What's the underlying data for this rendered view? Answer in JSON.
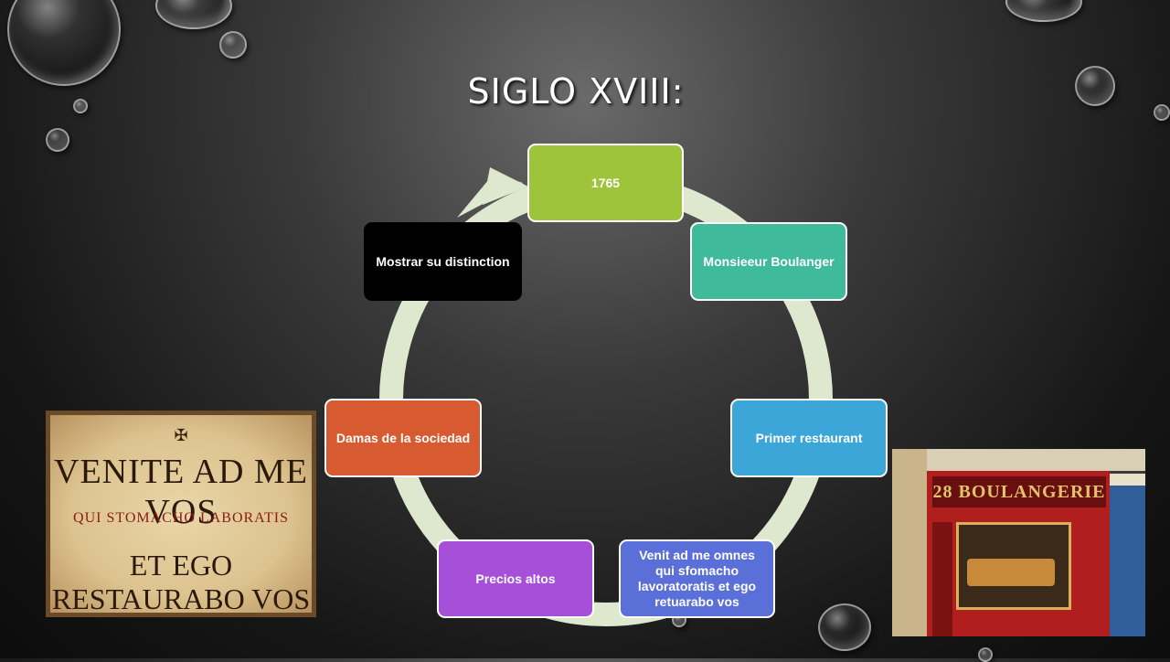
{
  "title": "SIGLO XVIII:",
  "cycle": {
    "nodes": [
      {
        "label": "1765",
        "color": "#9ec43c"
      },
      {
        "label": "Monsieeur Boulanger",
        "color": "#3fba9a"
      },
      {
        "label": "Primer restaurant",
        "color": "#3da6d9"
      },
      {
        "label": "Venit ad me omnes qui sfomacho lavoratoratis et ego retuarabo vos",
        "color": "#5b6fd8"
      },
      {
        "label": "Precios altos",
        "color": "#a64fd8"
      },
      {
        "label": "Damas de la sociedad",
        "color": "#d75a30"
      },
      {
        "label": "Mostrar su distinction",
        "color": "#000000"
      }
    ],
    "ring_color": "#dde8cf"
  },
  "poster": {
    "cross": "✠",
    "line1": "VENITE AD ME VOS",
    "line2": "QUI STOMACHO LABORATIS",
    "line3": "ET EGO RESTAURABO VOS"
  },
  "shop_image": {
    "sign": "28 BOULANGERIE"
  }
}
